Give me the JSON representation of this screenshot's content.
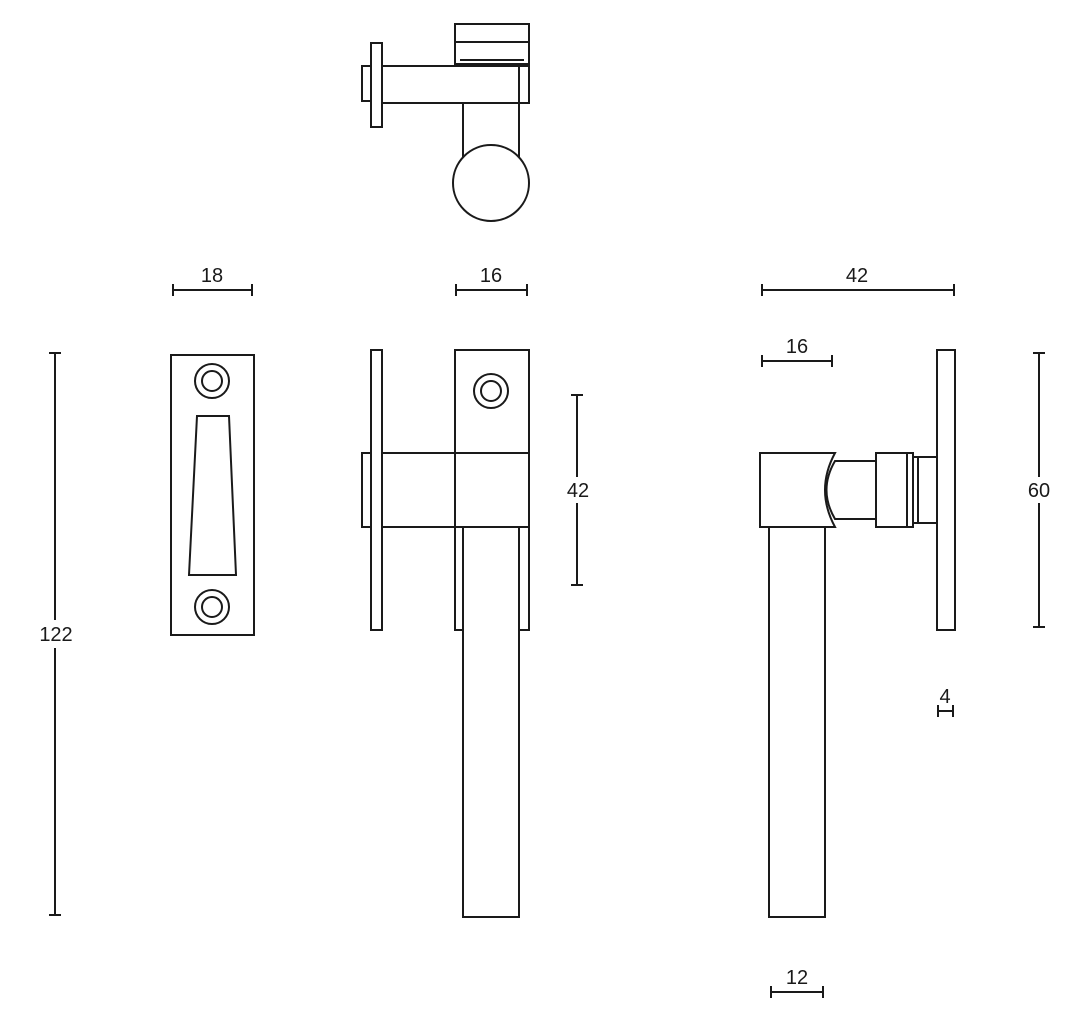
{
  "drawing": {
    "background": "#ffffff",
    "line_color": "#1a1a1a"
  },
  "dimensions": {
    "striker_width": "18",
    "handle_front_width": "16",
    "overall_depth": "42",
    "stem_depth": "16",
    "overall_height": "122",
    "spindle_block_height": "42",
    "backplate_height": "60",
    "backplate_thickness": "4",
    "lever_width": "12"
  }
}
